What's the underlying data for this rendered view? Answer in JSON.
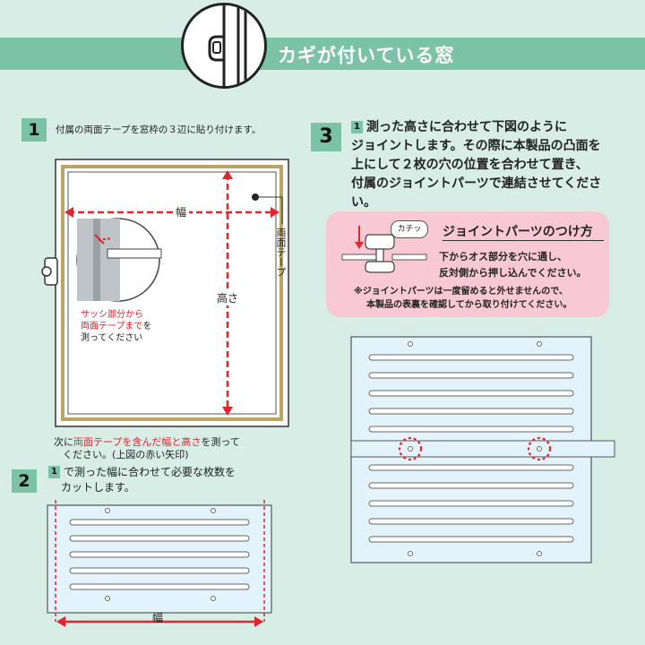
{
  "header": {
    "title": "カギが付いている窓"
  },
  "step1": {
    "number": "1",
    "instruction": "付属の両面テープを窓枠の３辺に貼り付けます。",
    "label_width": "幅",
    "label_height": "高さ",
    "label_tape": "両面テープ",
    "callout_line1": "サッシ部分から",
    "callout_line2_red": "両面テープまで",
    "callout_line2_rest": "を",
    "callout_line3": "測ってください",
    "measure_prefix": "次に",
    "measure_red": "両面テープを含んだ幅と高さ",
    "measure_suffix": "を測って",
    "measure_line2": "ください。(上図の赤い矢印)"
  },
  "step2": {
    "number": "2",
    "ref_number": "1",
    "instruction_line1": "で測った幅に合わせて必要な枚数を",
    "instruction_line2": "カットします。",
    "label_width": "幅"
  },
  "step3": {
    "number": "3",
    "ref_number": "1",
    "instruction_line1": "測った高さに合わせて下図のように",
    "instruction_line2": "ジョイントします。その際に本製品の凸面を",
    "instruction_line3": "上にして２枚の穴の位置を合わせて置き、",
    "instruction_line4": "付属のジョイントパーツで連結させてくださ",
    "instruction_line5": "い。"
  },
  "joint": {
    "bubble": "カチッ",
    "title": "ジョイントパーツのつけ方",
    "desc_line1": "下からオス部分を穴に通し、",
    "desc_line2": "反対側から押し込んでください。",
    "note_line1": "※ジョイントパーツは一度留めると外せませんので、",
    "note_line2": "本製品の表裏を確認してから取り付けてください。"
  },
  "colors": {
    "accent": "#7cc2a6",
    "background": "#d8ede6",
    "red": "#e0262b",
    "pink": "#f8c9d4"
  }
}
